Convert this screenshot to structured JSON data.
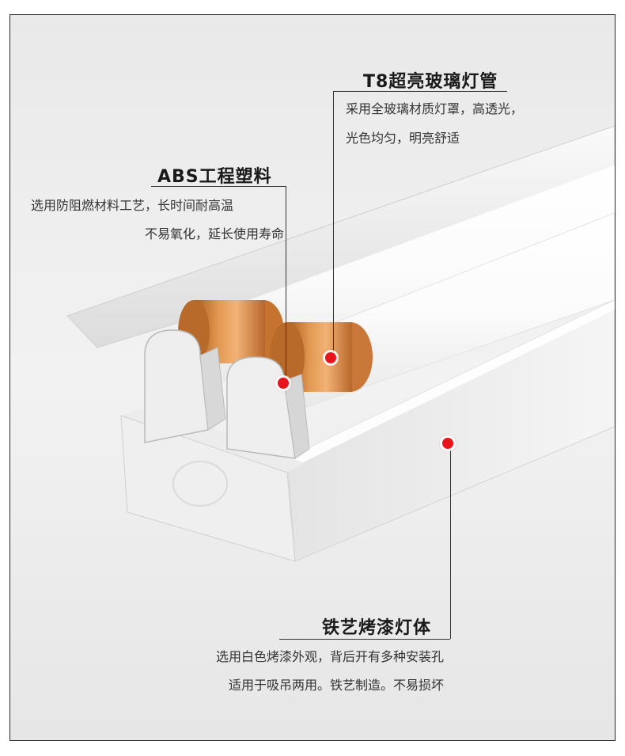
{
  "callouts": {
    "tube": {
      "title": "T8超亮玻璃灯管",
      "desc_line1": "采用全玻璃材质灯罩，高透光，",
      "desc_line2": "光色均匀，明亮舒适"
    },
    "abs": {
      "title": "ABS工程塑料",
      "desc_line1": "选用防阻燃材料工艺，长时间耐高温",
      "desc_line2": "不易氧化，延长使用寿命"
    },
    "body": {
      "title": "铁艺烤漆灯体",
      "desc_line1": "选用白色烤漆外观，背后开有多种安装孔",
      "desc_line2": "适用于吸吊两用。铁艺制造。不易损坏"
    }
  },
  "colors": {
    "marker": "#e8141c",
    "copper": "#d9843a",
    "fixture": "#f3f3f3"
  }
}
